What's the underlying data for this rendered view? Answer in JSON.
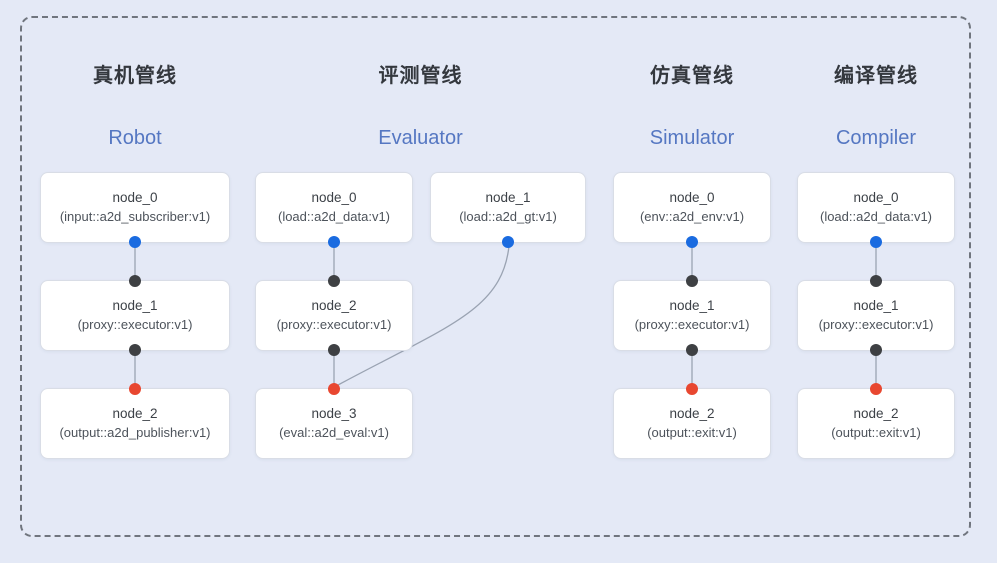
{
  "colors": {
    "background": "#e4e9f6",
    "frame-border": "#70757e",
    "box-bg": "#ffffff",
    "box-border": "#d9dde6",
    "header-cn": "#34383e",
    "header-en": "#5577c2",
    "node-title": "#3c4147",
    "node-subtitle": "#4d535b",
    "edge": "#9aa3b2",
    "port-blue": "#1a6be0",
    "port-dark": "#3e4043",
    "port-red": "#e84730"
  },
  "icons": {
    "port_blue": "output-port-dot",
    "port_dark": "executor-port-dot",
    "port_red": "terminal-port-dot"
  },
  "pipelines": [
    {
      "title_cn": "真机管线",
      "title_en": "Robot",
      "nodes": [
        {
          "title": "node_0",
          "subtitle": "(input::a2d_subscriber:v1)"
        },
        {
          "title": "node_1",
          "subtitle": "(proxy::executor:v1)"
        },
        {
          "title": "node_2",
          "subtitle": "(output::a2d_publisher:v1)"
        }
      ]
    },
    {
      "title_cn": "评测管线",
      "title_en": "Evaluator",
      "nodes": [
        {
          "title": "node_0",
          "subtitle": "(load::a2d_data:v1)"
        },
        {
          "title": "node_1",
          "subtitle": "(load::a2d_gt:v1)"
        },
        {
          "title": "node_2",
          "subtitle": "(proxy::executor:v1)"
        },
        {
          "title": "node_3",
          "subtitle": "(eval::a2d_eval:v1)"
        }
      ]
    },
    {
      "title_cn": "仿真管线",
      "title_en": "Simulator",
      "nodes": [
        {
          "title": "node_0",
          "subtitle": "(env::a2d_env:v1)"
        },
        {
          "title": "node_1",
          "subtitle": "(proxy::executor:v1)"
        },
        {
          "title": "node_2",
          "subtitle": "(output::exit:v1)"
        }
      ]
    },
    {
      "title_cn": "编译管线",
      "title_en": "Compiler",
      "nodes": [
        {
          "title": "node_0",
          "subtitle": "(load::a2d_data:v1)"
        },
        {
          "title": "node_1",
          "subtitle": "(proxy::executor:v1)"
        },
        {
          "title": "node_2",
          "subtitle": "(output::exit:v1)"
        }
      ]
    }
  ]
}
